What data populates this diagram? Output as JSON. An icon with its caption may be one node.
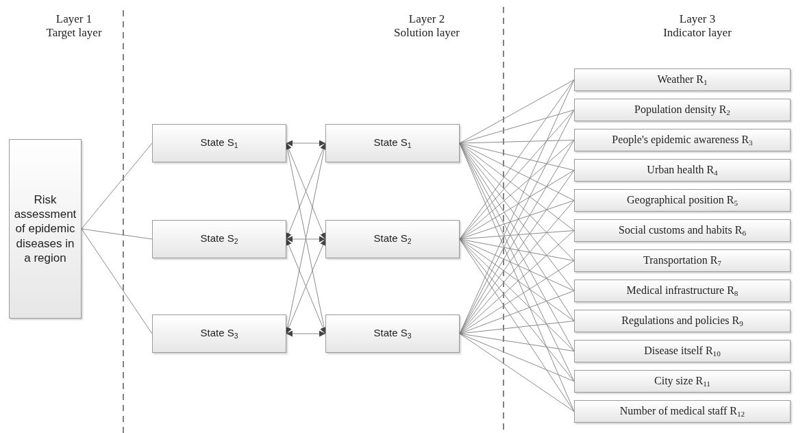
{
  "diagram": {
    "nodes": [
      {
        "text": [
          "Risk assessment of epidemic diseases in a region"
        ]
      },
      {
        "text": [
          "State S$_{1}$"
        ]
      },
      {
        "text": [
          "State S$_{2}$"
        ]
      },
      {
        "text": [
          "State S$_{3}$"
        ]
      },
      {
        "text": [
          "State S$_{1}$"
        ]
      },
      {
        "text": [
          "State S$_{2}$"
        ]
      },
      {
        "text": [
          "State S$_{3}$"
        ]
      },
      {
        "text": [
          "Weather R$_{1}$"
        ]
      },
      {
        "text": [
          "Population density R$_{2}$"
        ]
      },
      {
        "text": [
          "People's epidemic awareness R$_{3}$"
        ]
      },
      {
        "text": [
          "Urban health R$_{4}$"
        ]
      },
      {
        "text": [
          "Geographical position R$_{5}$"
        ]
      },
      {
        "text": [
          "Social customs and habits R$_{6}$"
        ]
      },
      {
        "text": [
          "Transportation R$_{7}$"
        ]
      },
      {
        "text": [
          "Medical infrastructure R$_{8}$"
        ]
      },
      {
        "text": [
          "Regulations and policies R$_{9}$"
        ]
      },
      {
        "text": [
          "Disease itself R$_{10}$"
        ]
      },
      {
        "text": [
          "City size R$_{11}$"
        ]
      },
      {
        "text": [
          "Number of medical staff R$_{12}$"
        ]
      }
    ],
    "edges": [
      {
        "from": 0,
        "to": 1,
        "arrow": "none"
      },
      {
        "from": 0,
        "to": 2,
        "arrow": "none"
      },
      {
        "from": 0,
        "to": 3,
        "arrow": "none"
      },
      {
        "from": 1,
        "to": 4,
        "arrow": "both"
      },
      {
        "from": 1,
        "to": 5,
        "arrow": "both"
      },
      {
        "from": 1,
        "to": 6,
        "arrow": "both"
      },
      {
        "from": 2,
        "to": 4,
        "arrow": "both"
      },
      {
        "from": 2,
        "to": 5,
        "arrow": "both"
      },
      {
        "from": 2,
        "to": 6,
        "arrow": "both"
      },
      {
        "from": 3,
        "to": 4,
        "arrow": "both"
      },
      {
        "from": 3,
        "to": 5,
        "arrow": "both"
      },
      {
        "from": 3,
        "to": 6,
        "arrow": "both"
      },
      {
        "from": 4,
        "to": 7,
        "arrow": "none"
      },
      {
        "from": 4,
        "to": 8,
        "arrow": "none"
      },
      {
        "from": 4,
        "to": 9,
        "arrow": "none"
      },
      {
        "from": 4,
        "to": 10,
        "arrow": "none"
      },
      {
        "from": 4,
        "to": 11,
        "arrow": "none"
      },
      {
        "from": 4,
        "to": 12,
        "arrow": "none"
      },
      {
        "from": 4,
        "to": 13,
        "arrow": "none"
      },
      {
        "from": 4,
        "to": 14,
        "arrow": "none"
      },
      {
        "from": 4,
        "to": 15,
        "arrow": "none"
      },
      {
        "from": 4,
        "to": 16,
        "arrow": "none"
      },
      {
        "from": 4,
        "to": 17,
        "arrow": "none"
      },
      {
        "from": 4,
        "to": 18,
        "arrow": "none"
      },
      {
        "from": 5,
        "to": 7,
        "arrow": "none"
      },
      {
        "from": 5,
        "to": 8,
        "arrow": "none"
      },
      {
        "from": 5,
        "to": 9,
        "arrow": "none"
      },
      {
        "from": 5,
        "to": 10,
        "arrow": "none"
      },
      {
        "from": 5,
        "to": 11,
        "arrow": "none"
      },
      {
        "from": 5,
        "to": 12,
        "arrow": "none"
      },
      {
        "from": 5,
        "to": 13,
        "arrow": "none"
      },
      {
        "from": 5,
        "to": 14,
        "arrow": "none"
      },
      {
        "from": 5,
        "to": 15,
        "arrow": "none"
      },
      {
        "from": 5,
        "to": 16,
        "arrow": "none"
      },
      {
        "from": 5,
        "to": 17,
        "arrow": "none"
      },
      {
        "from": 5,
        "to": 18,
        "arrow": "none"
      },
      {
        "from": 6,
        "to": 7,
        "arrow": "none"
      },
      {
        "from": 6,
        "to": 8,
        "arrow": "none"
      },
      {
        "from": 6,
        "to": 9,
        "arrow": "none"
      },
      {
        "from": 6,
        "to": 10,
        "arrow": "none"
      },
      {
        "from": 6,
        "to": 11,
        "arrow": "none"
      },
      {
        "from": 6,
        "to": 12,
        "arrow": "none"
      },
      {
        "from": 6,
        "to": 13,
        "arrow": "none"
      },
      {
        "from": 6,
        "to": 14,
        "arrow": "none"
      },
      {
        "from": 6,
        "to": 15,
        "arrow": "none"
      },
      {
        "from": 6,
        "to": 16,
        "arrow": "none"
      },
      {
        "from": 6,
        "to": 17,
        "arrow": "none"
      },
      {
        "from": 6,
        "to": 18,
        "arrow": "none"
      }
    ],
    "labels": [
      "Layer 1",
      "Target layer",
      "Layer 2",
      "Solution layer",
      "Layer 3",
      "Indicator layer"
    ]
  }
}
